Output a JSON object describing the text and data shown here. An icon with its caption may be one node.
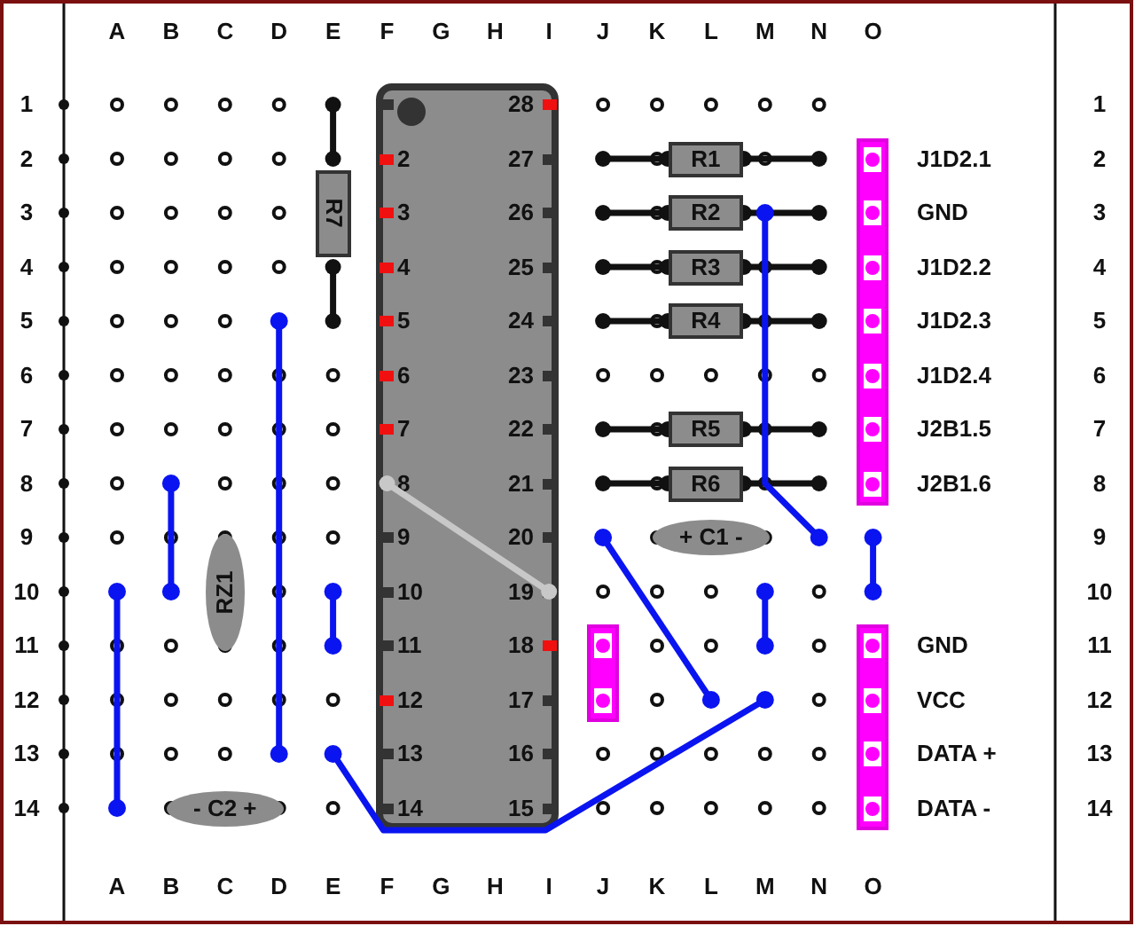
{
  "diagram": {
    "nodes": [
      {
        "text": [
          "28",
          "2",
          "27",
          "3",
          "26",
          "4",
          "25",
          "5",
          "24",
          "6",
          "23",
          "7",
          "22",
          "8",
          "21",
          "9",
          "20",
          "10",
          "19",
          "11",
          "18",
          "12",
          "17",
          "13",
          "16",
          "14",
          "15"
        ]
      },
      {
        "text": [
          "R1"
        ]
      },
      {
        "text": [],
        "shape": "box"
      },
      {
        "text": [
          "R7"
        ]
      },
      {
        "text": [
          "R2"
        ]
      },
      {
        "text": [
          "R3"
        ]
      },
      {
        "text": [
          "R4"
        ]
      },
      {
        "text": [
          "R5"
        ]
      },
      {
        "text": [
          "R6"
        ]
      },
      {
        "text": [
          "+ C1 -"
        ]
      },
      {
        "text": [
          "RZ1"
        ]
      },
      {
        "text": [],
        "shape": "box"
      },
      {
        "text": [],
        "shape": "box"
      },
      {
        "text": [
          "- C2 +"
        ]
      }
    ],
    "labels": [
      "A",
      "B",
      "C",
      "D",
      "E",
      "F",
      "G",
      "H",
      "I",
      "J",
      "K",
      "L",
      "M",
      "N",
      "O",
      "1",
      "1",
      "2",
      "J1D2.1",
      "2",
      "3",
      "GND",
      "3",
      "4",
      "J1D2.2",
      "4",
      "5",
      "J1D2.3",
      "5",
      "6",
      "J1D2.4",
      "6",
      "7",
      "J2B1.5",
      "7",
      "8",
      "J2B1.6",
      "8",
      "9",
      "9",
      "10",
      "10",
      "11",
      "GND",
      "11",
      "12",
      "VCC",
      "12",
      "13",
      "DATA +",
      "13",
      "14",
      "DATA -",
      "14",
      "A",
      "B",
      "C",
      "D",
      "E",
      "F",
      "G",
      "H",
      "I",
      "J",
      "K",
      "L",
      "M",
      "N",
      "O"
    ]
  }
}
